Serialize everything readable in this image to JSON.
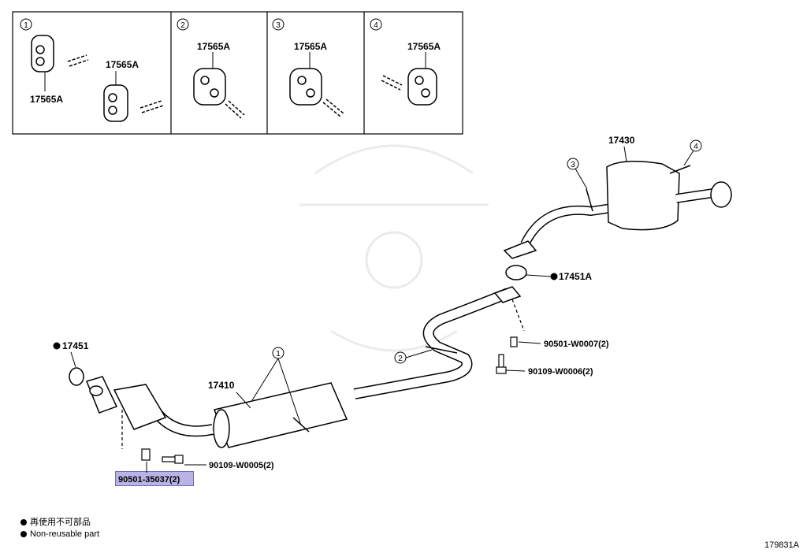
{
  "panels": [
    {
      "num": "1",
      "labels": [
        "17565A",
        "17565A"
      ]
    },
    {
      "num": "2",
      "labels": [
        "17565A"
      ]
    },
    {
      "num": "3",
      "labels": [
        "17565A"
      ]
    },
    {
      "num": "4",
      "labels": [
        "17565A"
      ]
    }
  ],
  "parts": {
    "tail_muffler": "17430",
    "center_pipe": "17410",
    "gasket_front": "17451",
    "gasket_rear": "17451A",
    "spring_rear": "90501-W0007(2)",
    "bolt_rear": "90109-W0006(2)",
    "bolt_front": "90109-W0005(2)",
    "spring_front": "90501-35037(2)"
  },
  "callouts": {
    "c1": "1",
    "c2": "2",
    "c3": "3",
    "c4": "4"
  },
  "legend": {
    "line_ja": "再使用不可部品",
    "line_en": "Non-reusable part"
  },
  "figure_id": "179831A",
  "highlight_color": "#b9b4e6"
}
